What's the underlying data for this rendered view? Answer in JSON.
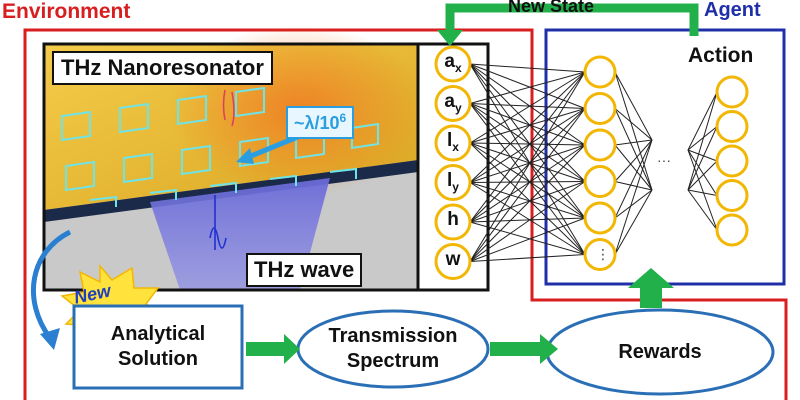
{
  "labels": {
    "environment": "Environment",
    "agent": "Agent",
    "new_state": "New State",
    "action": "Action",
    "nanoresonator": "THz Nanoresonator",
    "thz_wave": "THz wave",
    "lambda_base": "~λ/10",
    "lambda_exp": "6",
    "new": "New"
  },
  "parameters": [
    {
      "base": "a",
      "sub": "x"
    },
    {
      "base": "a",
      "sub": "y"
    },
    {
      "base": "l",
      "sub": "x"
    },
    {
      "base": "l",
      "sub": "y"
    },
    {
      "base": "h",
      "sub": ""
    },
    {
      "base": "w",
      "sub": ""
    }
  ],
  "nodes": {
    "analytical": [
      "Analytical",
      "Solution"
    ],
    "transmission": [
      "Transmission",
      "Spectrum"
    ],
    "rewards": [
      "Rewards"
    ]
  },
  "ellipses": {
    "hidden": "⋮",
    "middle": "···"
  },
  "colors": {
    "environment": "#d81e1e",
    "agent": "#1f2fa8",
    "arrows": "#22b04b",
    "neurons": "#f2b705",
    "node_border": "#2a6fb5",
    "lambda": "#2a9ee0"
  }
}
